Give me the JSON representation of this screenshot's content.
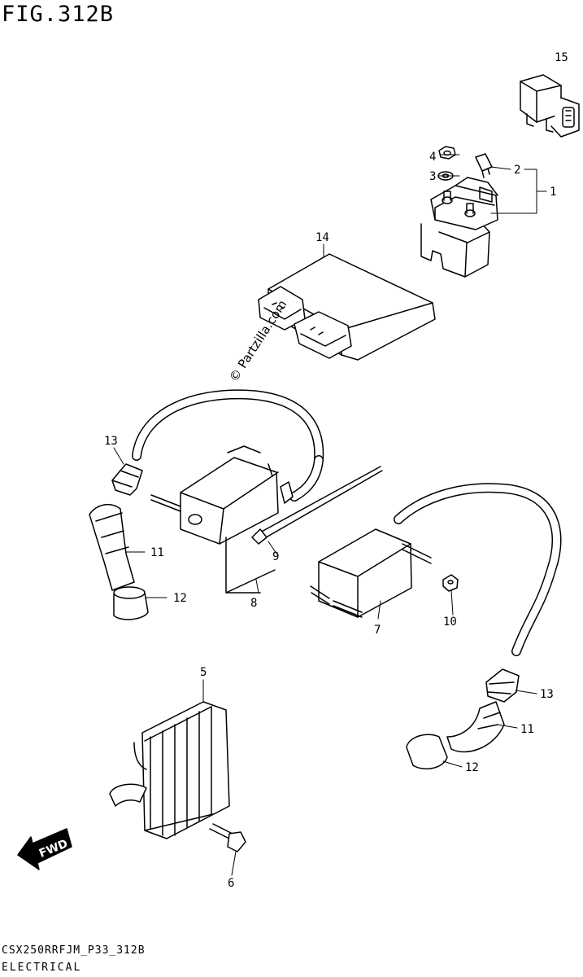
{
  "figure": {
    "title": "FIG.312B",
    "code": "CSX250RRFJM_P33_312B",
    "name": "ELECTRICAL",
    "watermark": "© Partzilla.com",
    "direction_label": "FWD"
  },
  "callouts": {
    "c1": "1",
    "c2": "2",
    "c3": "3",
    "c4": "4",
    "c5": "5",
    "c6": "6",
    "c7": "7",
    "c8": "8",
    "c9": "9",
    "c10": "10",
    "c11a": "11",
    "c11b": "11",
    "c12a": "12",
    "c12b": "12",
    "c13a": "13",
    "c13b": "13",
    "c14": "14",
    "c15": "15"
  },
  "parts": [
    {
      "ref": "1",
      "part": "starter-relay-assembly"
    },
    {
      "ref": "2",
      "part": "fuse"
    },
    {
      "ref": "3",
      "part": "washer"
    },
    {
      "ref": "4",
      "part": "nut"
    },
    {
      "ref": "5",
      "part": "regulator-rectifier"
    },
    {
      "ref": "6",
      "part": "bolt"
    },
    {
      "ref": "7",
      "part": "ignition-coil-2"
    },
    {
      "ref": "8",
      "part": "ignition-coil-1"
    },
    {
      "ref": "9",
      "part": "bolt"
    },
    {
      "ref": "10",
      "part": "nut"
    },
    {
      "ref": "11",
      "part": "plug-cap"
    },
    {
      "ref": "12",
      "part": "plug-cap-cover"
    },
    {
      "ref": "13",
      "part": "seal"
    },
    {
      "ref": "14",
      "part": "ecm"
    },
    {
      "ref": "15",
      "part": "connector"
    }
  ]
}
